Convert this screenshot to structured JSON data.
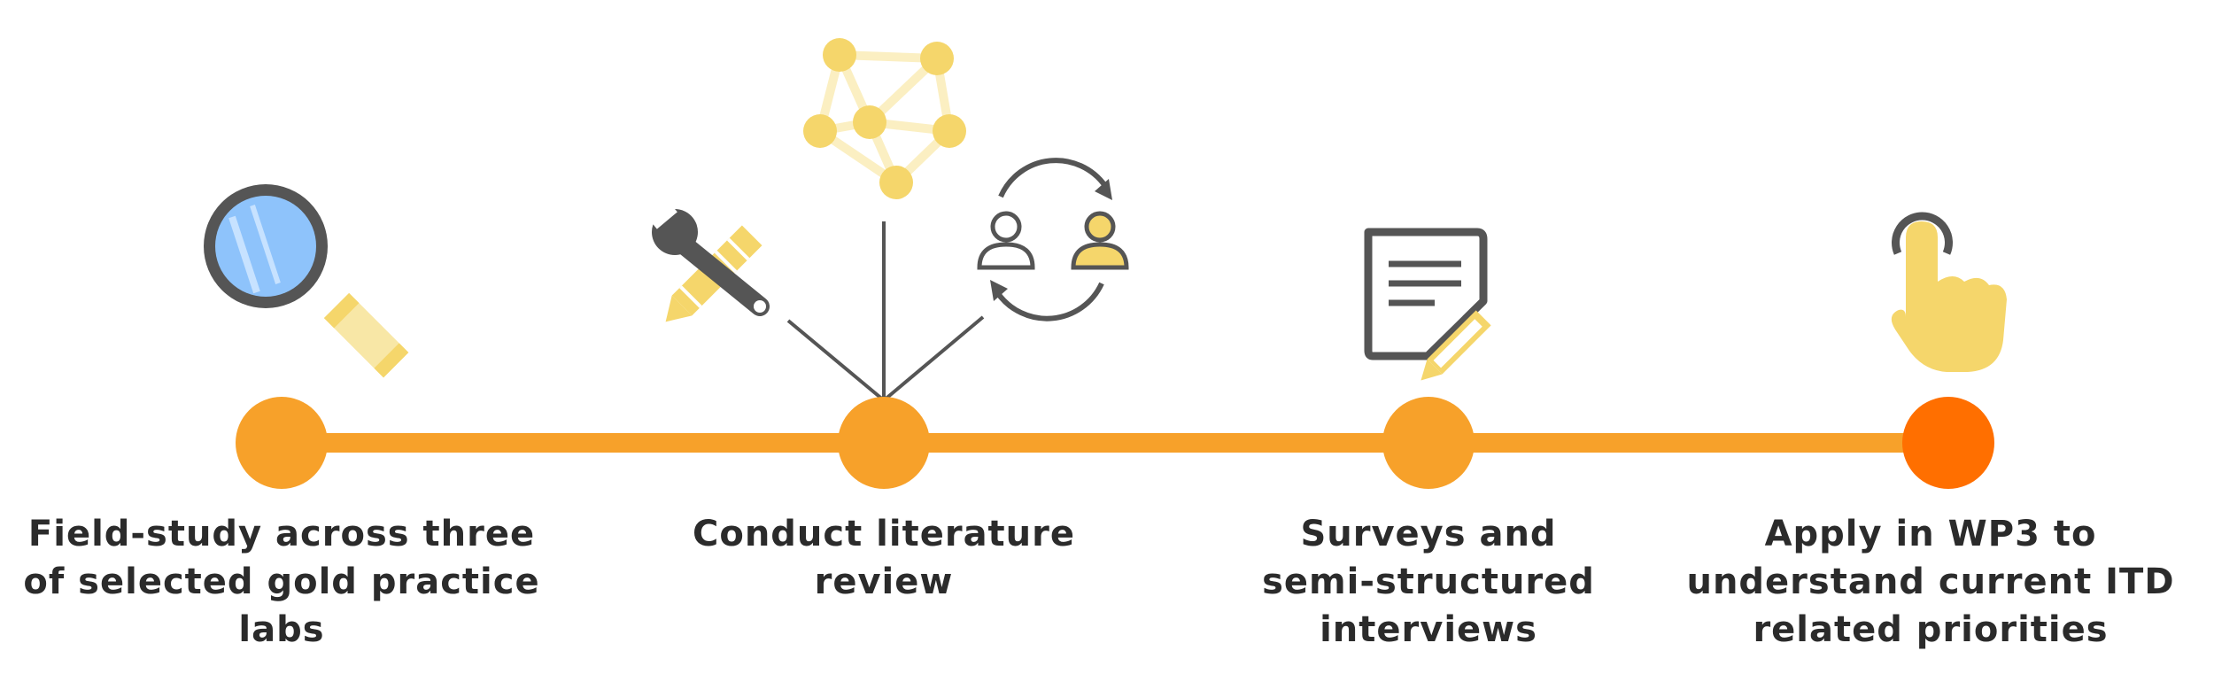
{
  "colors": {
    "line": "#F7A12A",
    "node": "#F7A12A",
    "node_final": "#FF6F00",
    "icon_dark": "#555555",
    "icon_yellow": "#F5D66B",
    "icon_pale": "#F8E7A6",
    "icon_blue": "#8EC3FB",
    "text": "#2b2b2b"
  },
  "steps": [
    {
      "icon": "magnifying-glass-icon",
      "label_lines": [
        "Field-study across three",
        "of selected gold practice",
        "labs"
      ]
    },
    {
      "icon": "literature-review-icons",
      "sub_icons": [
        "wrench-pencil-icon",
        "network-icon",
        "people-exchange-icon"
      ],
      "label_lines": [
        "Conduct literature",
        "review"
      ]
    },
    {
      "icon": "document-pencil-icon",
      "label_lines": [
        "Surveys and",
        "semi-structured",
        "interviews"
      ]
    },
    {
      "icon": "pointing-hand-icon",
      "label_lines": [
        "Apply in WP3 to",
        "understand current ITD",
        "related priorities"
      ]
    }
  ]
}
